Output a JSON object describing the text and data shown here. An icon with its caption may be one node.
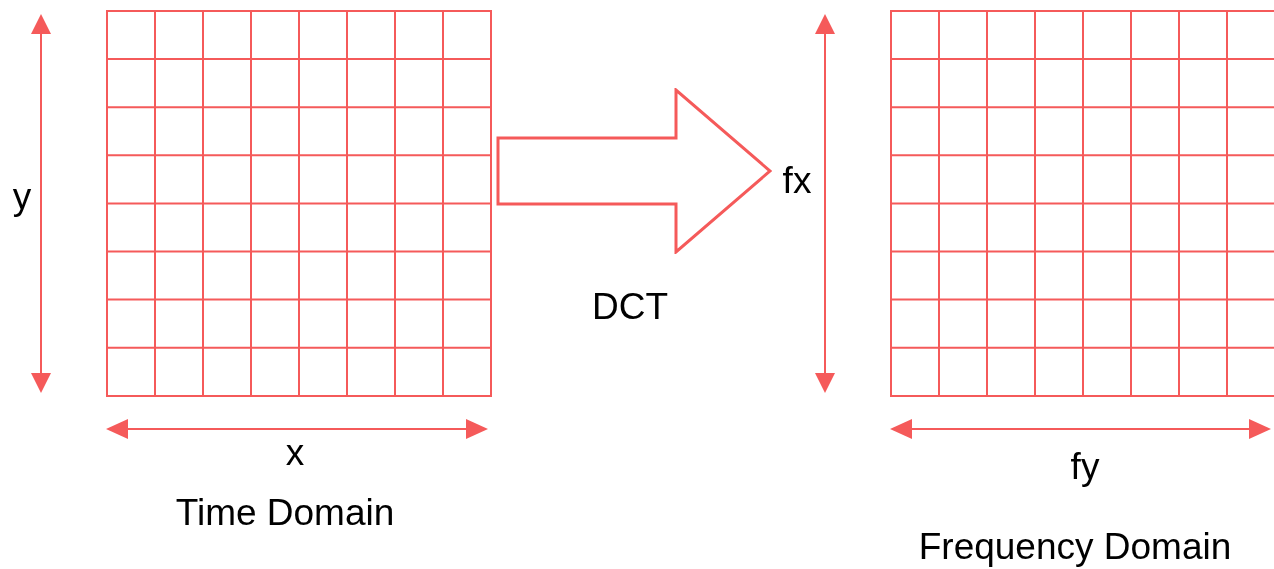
{
  "diagram": {
    "nodes": [
      {
        "text": [
          "Time Domain"
        ]
      },
      {
        "text": [
          "Frequency Domain"
        ]
      }
    ],
    "edges": [
      {
        "from": 0,
        "to": 1,
        "arrow": "to",
        "label": "DCT"
      }
    ],
    "labels": [
      "y",
      "x",
      "fx",
      "fy"
    ]
  }
}
